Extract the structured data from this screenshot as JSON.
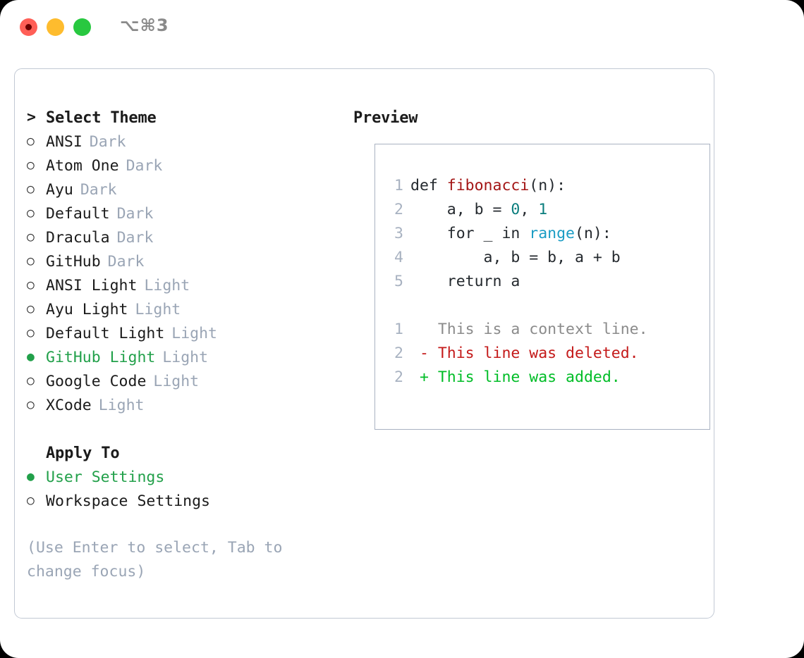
{
  "titlebar": {
    "shortcut": "⌥⌘3",
    "dots": [
      {
        "name": "close-dot",
        "color": "#ff5f57"
      },
      {
        "name": "minimize-dot",
        "color": "#febc2e"
      },
      {
        "name": "maximize-dot",
        "color": "#28c840"
      }
    ]
  },
  "theme_section": {
    "header": "Select Theme",
    "header_marker": ">",
    "items": [
      {
        "marker": "○",
        "label": "ANSI",
        "tag": "Dark",
        "selected": false
      },
      {
        "marker": "○",
        "label": "Atom One",
        "tag": "Dark",
        "selected": false
      },
      {
        "marker": "○",
        "label": "Ayu",
        "tag": "Dark",
        "selected": false
      },
      {
        "marker": "○",
        "label": "Default",
        "tag": "Dark",
        "selected": false
      },
      {
        "marker": "○",
        "label": "Dracula",
        "tag": "Dark",
        "selected": false
      },
      {
        "marker": "○",
        "label": "GitHub",
        "tag": "Dark",
        "selected": false
      },
      {
        "marker": "○",
        "label": "ANSI Light",
        "tag": "Light",
        "selected": false
      },
      {
        "marker": "○",
        "label": "Ayu Light",
        "tag": "Light",
        "selected": false
      },
      {
        "marker": "○",
        "label": "Default Light",
        "tag": "Light",
        "selected": false
      },
      {
        "marker": "●",
        "label": "GitHub Light",
        "tag": "Light",
        "selected": true
      },
      {
        "marker": "○",
        "label": "Google Code",
        "tag": "Light",
        "selected": false
      },
      {
        "marker": "○",
        "label": "XCode",
        "tag": "Light",
        "selected": false
      }
    ]
  },
  "apply_section": {
    "header": "Apply To",
    "header_marker": " ",
    "items": [
      {
        "marker": "●",
        "label": "User Settings",
        "tag": "",
        "selected": true
      },
      {
        "marker": "○",
        "label": "Workspace Settings",
        "tag": "",
        "selected": false
      }
    ]
  },
  "help_text": "(Use Enter to select, Tab to change focus)",
  "preview": {
    "title": "Preview",
    "code_lines": [
      {
        "number": "1",
        "tokens": [
          {
            "text": "def ",
            "type": "plain"
          },
          {
            "text": "fibonacci",
            "type": "function"
          },
          {
            "text": "(n):",
            "type": "plain"
          }
        ]
      },
      {
        "number": "2",
        "tokens": [
          {
            "text": "    a, b = ",
            "type": "plain"
          },
          {
            "text": "0",
            "type": "number"
          },
          {
            "text": ", ",
            "type": "plain"
          },
          {
            "text": "1",
            "type": "number"
          }
        ]
      },
      {
        "number": "3",
        "tokens": [
          {
            "text": "    for _ in ",
            "type": "plain"
          },
          {
            "text": "range",
            "type": "builtin"
          },
          {
            "text": "(n):",
            "type": "plain"
          }
        ]
      },
      {
        "number": "4",
        "tokens": [
          {
            "text": "        a, b = b, a + b",
            "type": "plain"
          }
        ]
      },
      {
        "number": "5",
        "tokens": [
          {
            "text": "    return a",
            "type": "plain"
          }
        ]
      }
    ],
    "diff_lines": [
      {
        "number": "1",
        "sign": " ",
        "text": " This is a context line.",
        "type": "context"
      },
      {
        "number": "2",
        "sign": "-",
        "text": " This line was deleted.",
        "type": "deleted"
      },
      {
        "number": "2",
        "sign": "+",
        "text": " This line was added.",
        "type": "added"
      }
    ]
  },
  "colors": {
    "accent_green": "#22a04a",
    "muted": "#9aa5b5",
    "border": "#c2c9d4",
    "preview_border": "#a9b2c1",
    "diff_deleted": "#c41a1a",
    "diff_added": "#00bd27",
    "diff_context": "#8b8b8b",
    "syntax_function": "#a31515",
    "syntax_number": "#0a7d7d",
    "syntax_builtin": "#1a9cc4",
    "line_number": "#a8b2c1"
  }
}
